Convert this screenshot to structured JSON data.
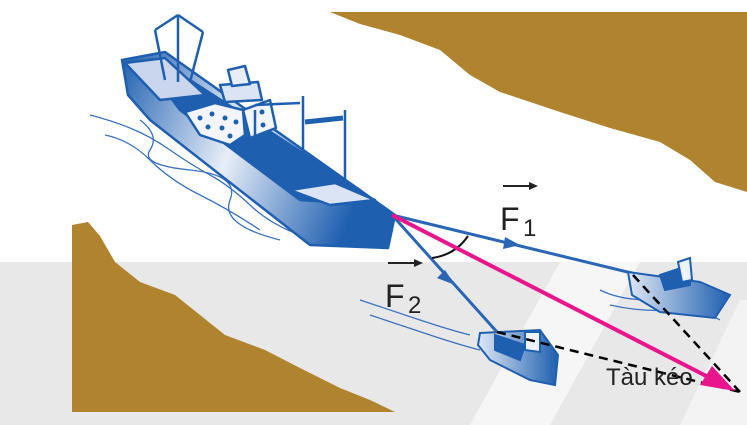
{
  "labels": {
    "force1": {
      "letter": "F",
      "subscript": "1"
    },
    "force2": {
      "letter": "F",
      "subscript": "2"
    },
    "tugboat": "Tàu kéo"
  },
  "colors": {
    "land": "#b0832e",
    "ship": "#1f5fb0",
    "resultant": "#e8158c",
    "watermark": "#e6e6e6"
  }
}
